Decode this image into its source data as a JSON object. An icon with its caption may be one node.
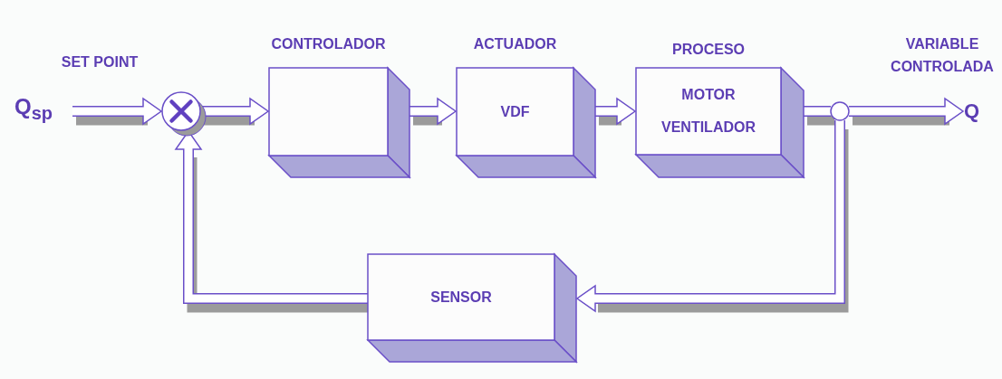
{
  "diagram": {
    "nodes": [
      {
        "text": [
          "Q$_{sp}$"
        ]
      },
      {
        "text": [],
        "shape": "circle"
      },
      {
        "text": [
          "CONTROLADOR"
        ]
      },
      {
        "text": [
          "ACTUADOR",
          "VDF"
        ]
      },
      {
        "text": [
          "PROCESO",
          "MOTOR VENTILADOR"
        ]
      },
      {
        "text": [],
        "shape": "circle"
      },
      {
        "text": [
          "Q"
        ]
      },
      {
        "text": [
          "SENSOR"
        ]
      }
    ],
    "edges": [
      {
        "from": 0,
        "to": 1,
        "arrow": "to"
      },
      {
        "from": 1,
        "to": 2,
        "arrow": "to"
      },
      {
        "from": 2,
        "to": 3,
        "arrow": "to"
      },
      {
        "from": 3,
        "to": 4,
        "arrow": "to"
      },
      {
        "from": 4,
        "to": 5,
        "arrow": "none"
      },
      {
        "from": 5,
        "to": 6,
        "arrow": "to"
      },
      {
        "from": 5,
        "to": 7,
        "arrow": "to"
      },
      {
        "from": 7,
        "to": 1,
        "arrow": "to"
      }
    ],
    "labels": [
      "SET POINT",
      "VARIABLE CONTROLADA"
    ]
  }
}
